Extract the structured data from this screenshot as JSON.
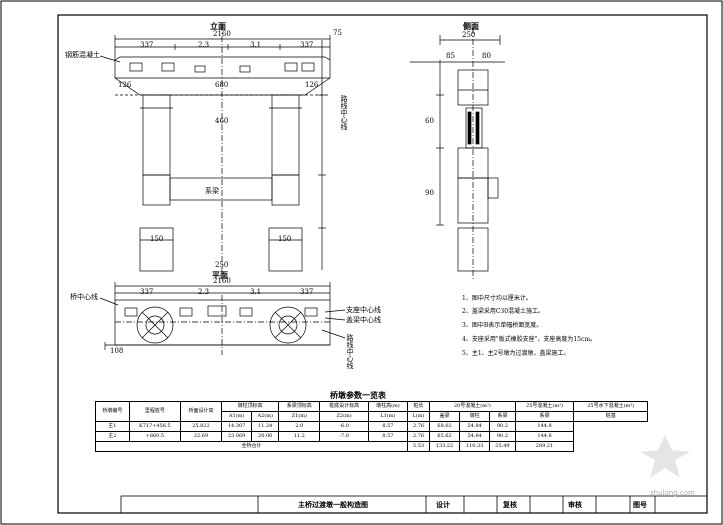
{
  "views": {
    "elevation": "立面",
    "side": "侧面",
    "plan": "平面"
  },
  "elevation": {
    "overall_dim": "2160",
    "sub_dims": [
      "337",
      "2.3",
      "3.1",
      "337"
    ],
    "left_callout": "钢筋混凝土",
    "beam_dims": [
      "126",
      "680",
      "126"
    ],
    "col_height": "460",
    "tie_beam": "系梁",
    "pile_dims": [
      "150",
      "250",
      "150"
    ],
    "center_label": "路线中心线",
    "right_dim": "75"
  },
  "side_view": {
    "top_dim": "250",
    "sub_dims": [
      "85",
      "80"
    ],
    "left_dims": [
      "60",
      "90"
    ]
  },
  "plan": {
    "overall_dim": "2160",
    "sub_dims": [
      "337",
      "2.3",
      "3.1",
      "337"
    ],
    "left_callout": "桥中心线",
    "right_callout_1": "支座中心线",
    "right_callout_2": "盖梁中心线",
    "right_callout_3": "路线中心线",
    "bottom_dim": "108"
  },
  "notes": [
    "1、图中尺寸均以厘米计。",
    "2、盖梁采用C30混凝土施工。",
    "3、图中B表示单幅桥面宽度。",
    "4、支座采用\"板式橡胶支座\"，支座高度为15cm。",
    "5、主1、主2号墩为过渡墩，盖梁施工。"
  ],
  "table": {
    "title": "桥墩参数一览表",
    "headers": [
      "桥墩编号",
      "里程桩号",
      "桥面设计高",
      "墩柱顶标高",
      "系梁顶标高",
      "桩底设计标高",
      "墩柱高(m)",
      "桩长",
      "20号混凝土(m³)",
      "25号混凝土(m³)",
      "25号水下混凝土(m³)"
    ],
    "subheaders": [
      "A1(m)",
      "A2(m)",
      "Z1(m)",
      "Z2(m)",
      "L1(m)",
      "L(m)",
      "盖梁",
      "墩柱",
      "系梁",
      "桩基"
    ],
    "rows": [
      [
        "主1",
        "K717+456.5",
        "25.822",
        "14.307",
        "11.24",
        "2.0",
        "-6.0",
        "8.57",
        "2.76",
        "68.02",
        "54.84",
        "90.2",
        "144.8"
      ],
      [
        "主2",
        "+860.5",
        "22.69",
        "23.069",
        "20.06",
        "11.2",
        "-7.0",
        "8.57",
        "2.76",
        "65.62",
        "54.84",
        "90.2",
        "144.8"
      ]
    ],
    "total_label": "全桥合计",
    "totals": [
      "5.53",
      "133.22",
      "110.33",
      "35.49",
      "289.21"
    ]
  },
  "title_block": {
    "drawing_title": "主桥过渡墩一般构造图",
    "design": "设计",
    "check": "复核",
    "review": "审核",
    "sheet": "图号"
  },
  "watermark": "zhulong.com"
}
